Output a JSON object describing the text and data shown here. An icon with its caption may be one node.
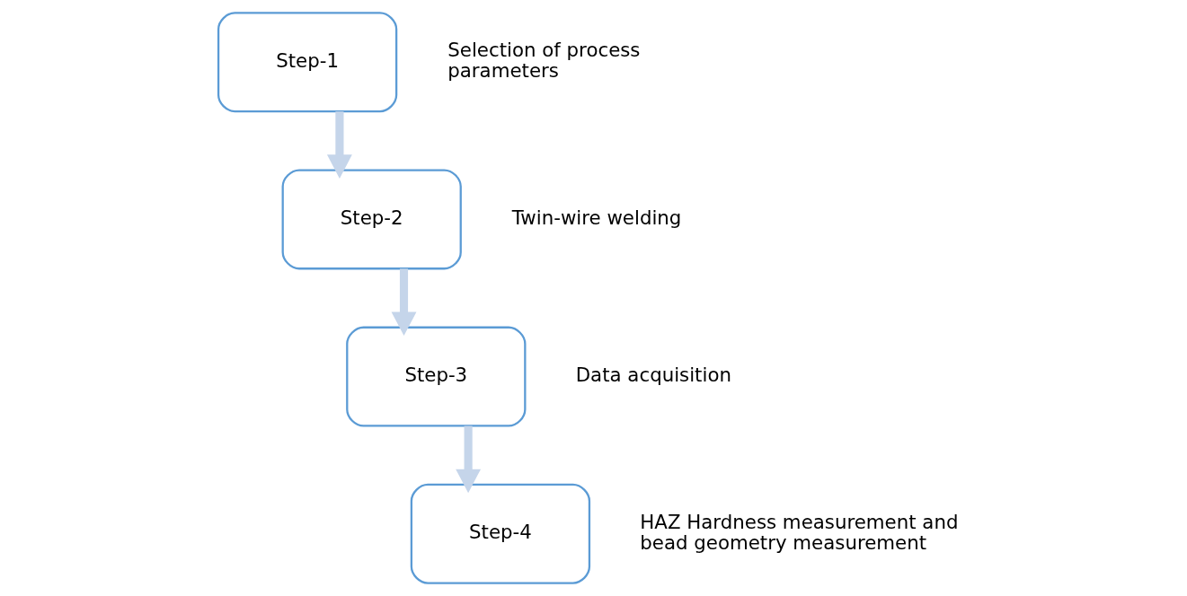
{
  "diagram": {
    "nodes": [
      {
        "text": [
          "Step-1"
        ],
        "beside": [
          "Selection of process parameters"
        ]
      },
      {
        "text": [
          "Step-2"
        ],
        "beside": [
          "Twin-wire welding"
        ]
      },
      {
        "text": [
          "Step-3"
        ],
        "beside": [
          "Data acquisition"
        ]
      },
      {
        "text": [
          "Step-4"
        ],
        "beside": [
          "HAZ Hardness measurement and bead geometry measurement"
        ]
      }
    ],
    "edges": [
      {
        "from": 0,
        "to": 1,
        "arrow": "to"
      },
      {
        "from": 1,
        "to": 2,
        "arrow": "to"
      },
      {
        "from": 2,
        "to": 3,
        "arrow": "to"
      }
    ]
  }
}
